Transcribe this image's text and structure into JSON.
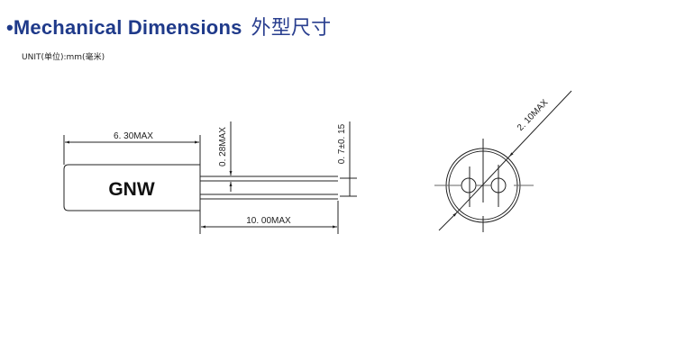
{
  "header": {
    "bullet": "•",
    "title_en": "Mechanical Dimensions",
    "title_cn": "外型尺寸",
    "title_color": "#1f3a8a"
  },
  "unit_note": "UNIT(单位):mm(毫米)",
  "side_view": {
    "body_label": "GNW",
    "body_length": "6. 30MAX",
    "lead_diameter": "0. 28MAX",
    "lead_pitch": "0. 7±0. 15",
    "lead_length": "10. 00MAX"
  },
  "end_view": {
    "outer_diameter": "2. 10MAX"
  }
}
